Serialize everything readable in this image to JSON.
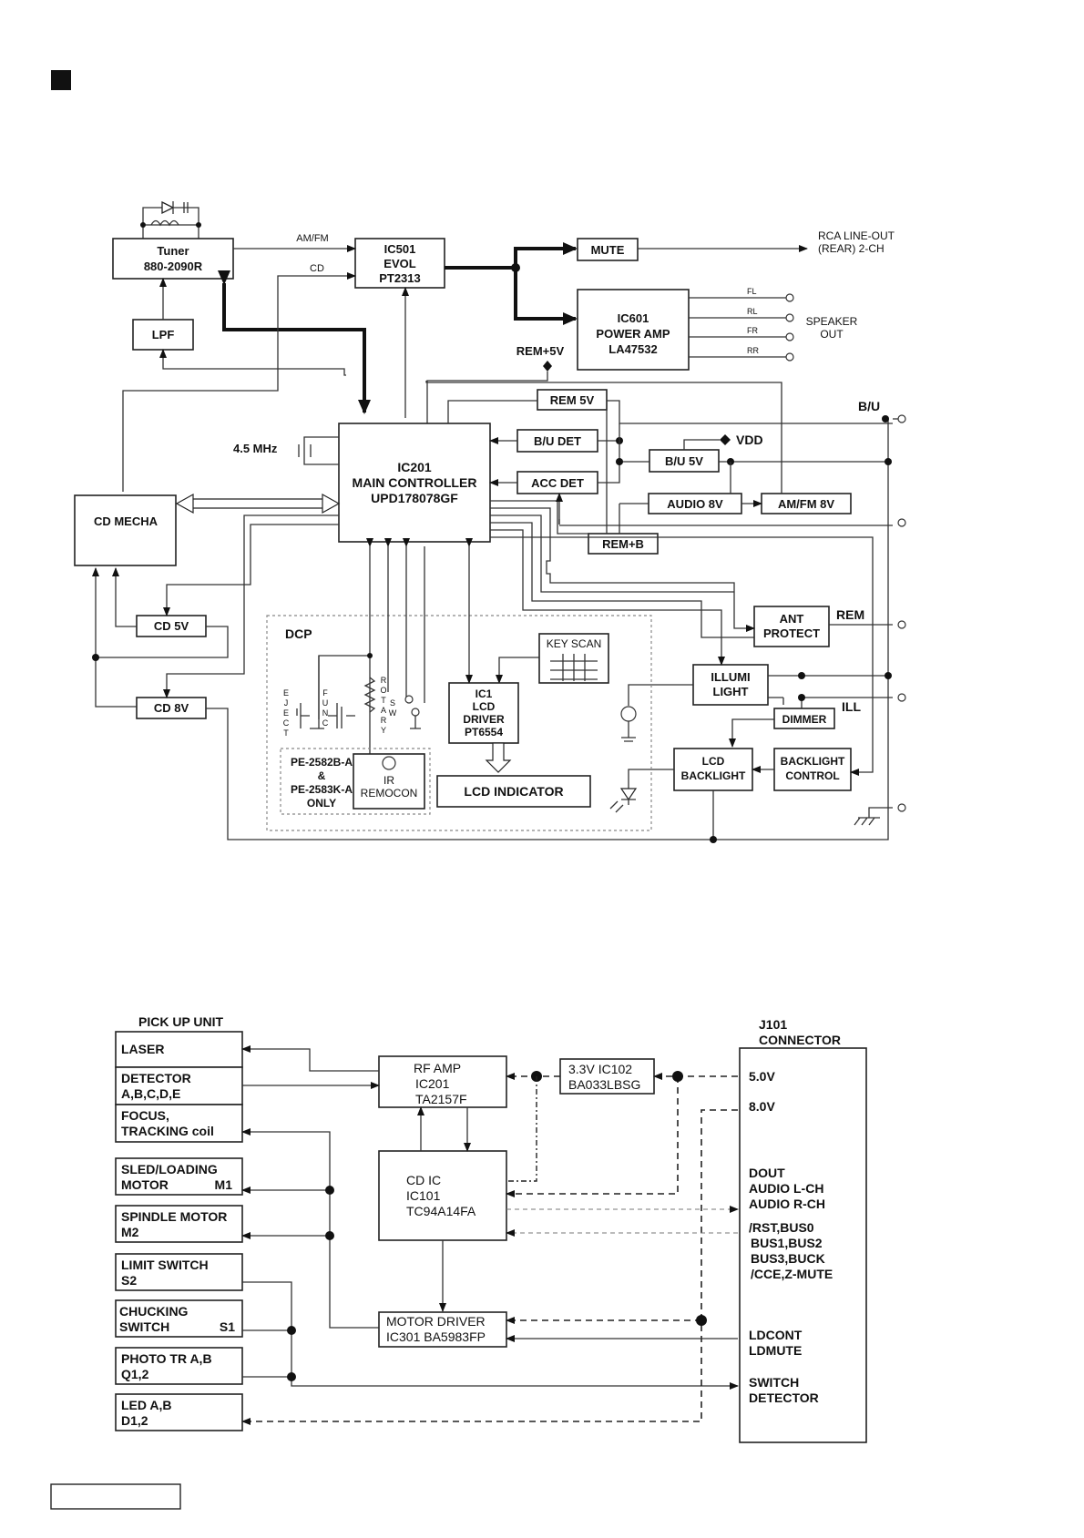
{
  "car_audio": {
    "tuner": [
      "Tuner",
      "880-2090R"
    ],
    "lpf": "LPF",
    "evol": [
      "IC501",
      "EVOL",
      "PT2313"
    ],
    "mute": "MUTE",
    "power_amp": [
      "IC601",
      "POWER AMP",
      "LA47532"
    ],
    "main_controller": [
      "IC201",
      "MAIN CONTROLLER",
      "UPD178078GF"
    ],
    "cd_mecha": "CD MECHA",
    "cd5v": "CD 5V",
    "cd8v": "CD 8V",
    "rem5v": "REM 5V",
    "bu_det": "B/U DET",
    "acc_det": "ACC DET",
    "bu5v": "B/U 5V",
    "audio8v": "AUDIO 8V",
    "amfm8v": "AM/FM 8V",
    "remb": "REM+B",
    "ant_protect": [
      "ANT",
      "PROTECT"
    ],
    "illumi": [
      "ILLUMI",
      "LIGHT"
    ],
    "dimmer": "DIMMER",
    "lcd_backlight": [
      "LCD",
      "BACKLIGHT"
    ],
    "backlight_control": [
      "BACKLIGHT",
      "CONTROL"
    ],
    "dcp": "DCP",
    "key_scan": "KEY SCAN",
    "lcd_driver": [
      "IC1",
      "LCD",
      "DRIVER",
      "PT6554"
    ],
    "lcd_indicator": "LCD INDICATOR",
    "pe_note": [
      "PE-2582B-A",
      "&",
      "PE-2583K-A",
      "ONLY"
    ],
    "ir": [
      "IR",
      "REMOCON"
    ],
    "eject": "EJECT",
    "func": "FUNC",
    "rotary": "ROTARY",
    "sw": "SW",
    "amfm": "AM/FM",
    "cd": "CD",
    "rca": [
      "RCA LINE-OUT",
      "(REAR) 2-CH"
    ],
    "speaker": [
      "SPEAKER",
      "OUT"
    ],
    "fl": "FL",
    "rl": "RL",
    "fr": "FR",
    "rr": "RR",
    "rem5v_in": "REM+5V",
    "vdd": "VDD",
    "bu": "B/U",
    "rem": "REM",
    "ill": "ILL",
    "mhz": "4.5 MHz"
  },
  "cd_module": {
    "pickup_title": "PICK UP UNIT",
    "laser": "LASER",
    "detector": [
      "DETECTOR",
      "A,B,C,D,E"
    ],
    "focus": [
      "FOCUS,",
      "TRACKING coil"
    ],
    "sled": [
      "SLED/LOADING",
      "MOTOR",
      "M1"
    ],
    "spindle": [
      "SPINDLE MOTOR",
      "M2"
    ],
    "limit": [
      "LIMIT SWITCH",
      "S2"
    ],
    "chucking": [
      "CHUCKING",
      "SWITCH",
      "S1"
    ],
    "photo": [
      "PHOTO TR A,B",
      "Q1,2"
    ],
    "led": [
      "LED A,B",
      "D1,2"
    ],
    "rf_amp": [
      "RF AMP",
      "IC201",
      "TA2157F"
    ],
    "cd_ic": [
      "CD IC",
      "IC101",
      "TC94A14FA"
    ],
    "motor_driver": [
      "MOTOR DRIVER",
      "IC301 BA5983FP"
    ],
    "reg": [
      "3.3V IC102",
      "BA033LBSG"
    ],
    "connector_title": [
      "J101",
      "CONNECTOR"
    ],
    "pins": {
      "v50": "5.0V",
      "v80": "8.0V",
      "dout": [
        "DOUT",
        "AUDIO L-CH",
        "AUDIO R-CH"
      ],
      "rst": [
        "/RST,BUS0",
        "BUS1,BUS2",
        "BUS3,BUCK",
        "/CCE,Z-MUTE"
      ],
      "ld": [
        "LDCONT",
        "LDMUTE"
      ],
      "sw": [
        "SWITCH",
        "DETECTOR"
      ]
    }
  }
}
